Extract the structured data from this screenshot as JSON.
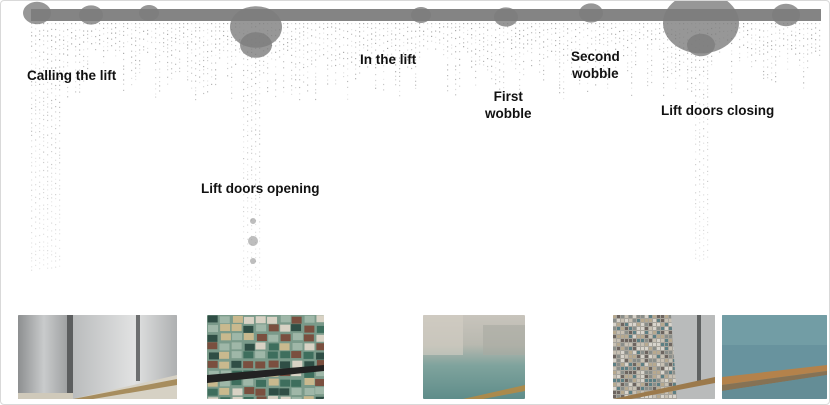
{
  "annotations": [
    {
      "id": "calling",
      "text": "Calling the lift"
    },
    {
      "id": "opening",
      "text": "Lift doors opening"
    },
    {
      "id": "in-lift",
      "text": "In the lift"
    },
    {
      "id": "first-wobble",
      "text": "First\nwobble"
    },
    {
      "id": "second-wobble",
      "text": "Second\nwobble"
    },
    {
      "id": "closing",
      "text": "Lift doors closing"
    }
  ],
  "photos": [
    {
      "id": "photo-calling",
      "depicts": "lift doors closed in hallway"
    },
    {
      "id": "photo-opening",
      "depicts": "patterned lift ceiling"
    },
    {
      "id": "photo-in-lift",
      "depicts": "blurred lift floor"
    },
    {
      "id": "photo-second-wobble",
      "depicts": "lift doors opening on patterned floor"
    },
    {
      "id": "photo-closing",
      "depicts": "blue floor outside lift"
    }
  ],
  "colors": {
    "waveform": "#7d7d7d",
    "label": "#111111",
    "frame": "#d9d9d9"
  }
}
